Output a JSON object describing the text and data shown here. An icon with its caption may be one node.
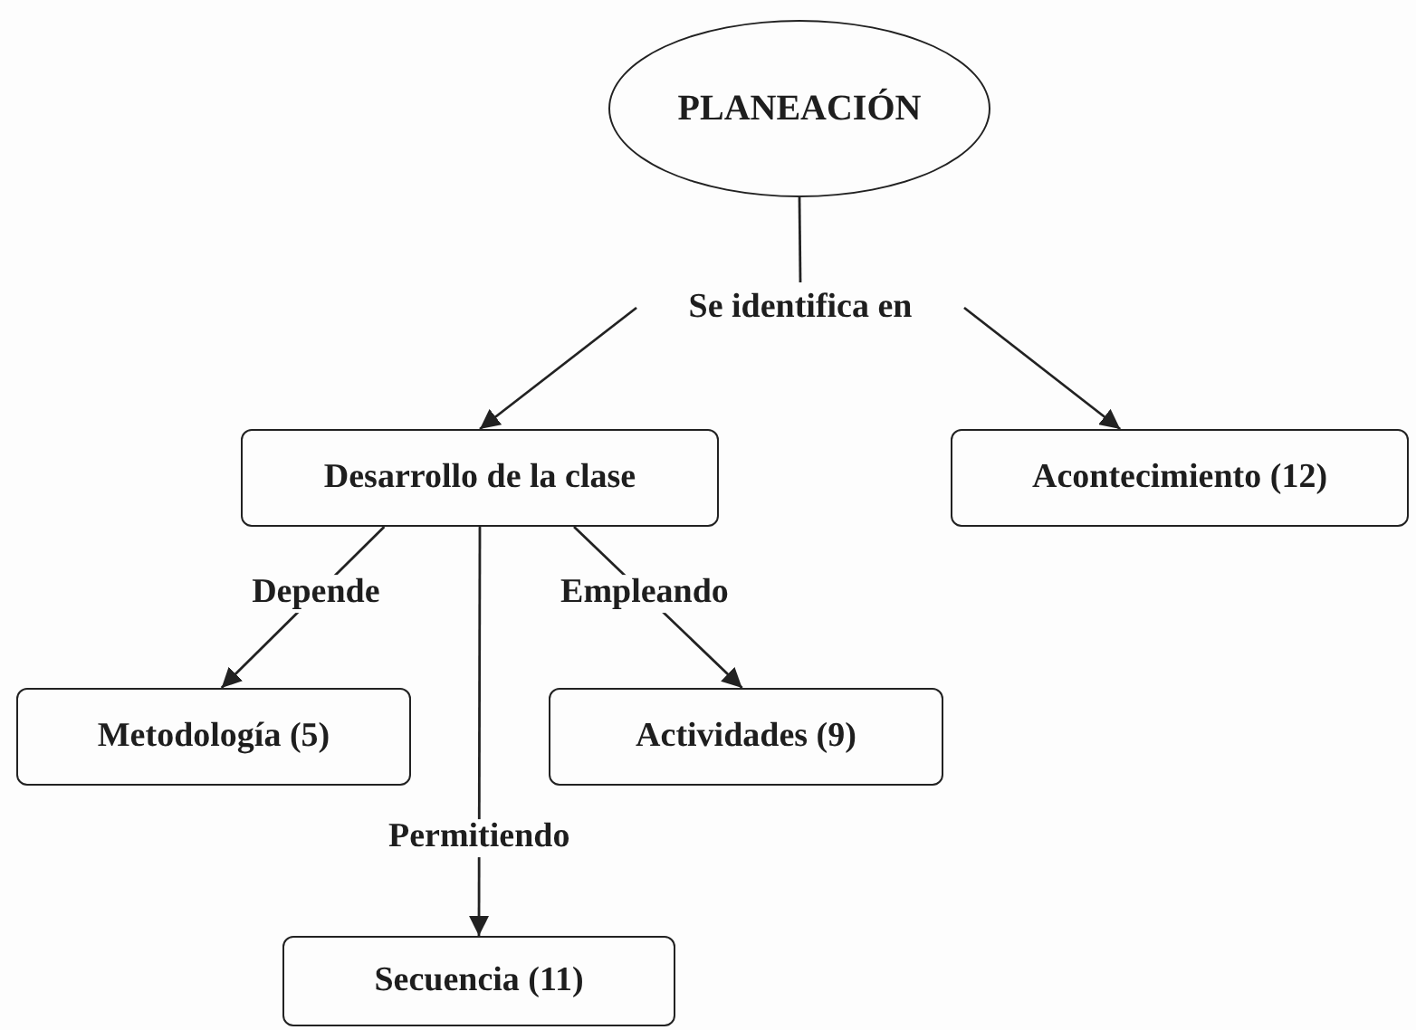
{
  "diagram": {
    "nodes": [
      {
        "text": [
          "PLANEACIÓN"
        ]
      },
      {
        "text": [
          "Se identifica en"
        ]
      },
      {
        "text": [
          "Desarrollo de la clase"
        ]
      },
      {
        "text": [
          "Acontecimiento (12)"
        ]
      },
      {
        "text": [
          "Metodología (5)"
        ]
      },
      {
        "text": [
          "Actividades (9)"
        ]
      },
      {
        "text": [
          "Secuencia (11)"
        ]
      }
    ],
    "edges": [
      {
        "from": 0,
        "to": 1,
        "arrow": "none"
      },
      {
        "from": 1,
        "to": 2,
        "arrow": "to"
      },
      {
        "from": 1,
        "to": 3,
        "arrow": "to"
      },
      {
        "from": 2,
        "to": 4,
        "arrow": "to",
        "label": "Depende"
      },
      {
        "from": 2,
        "to": 5,
        "arrow": "to",
        "label": "Empleando"
      },
      {
        "from": 2,
        "to": 6,
        "arrow": "to",
        "label": "Permitiendo"
      }
    ]
  }
}
